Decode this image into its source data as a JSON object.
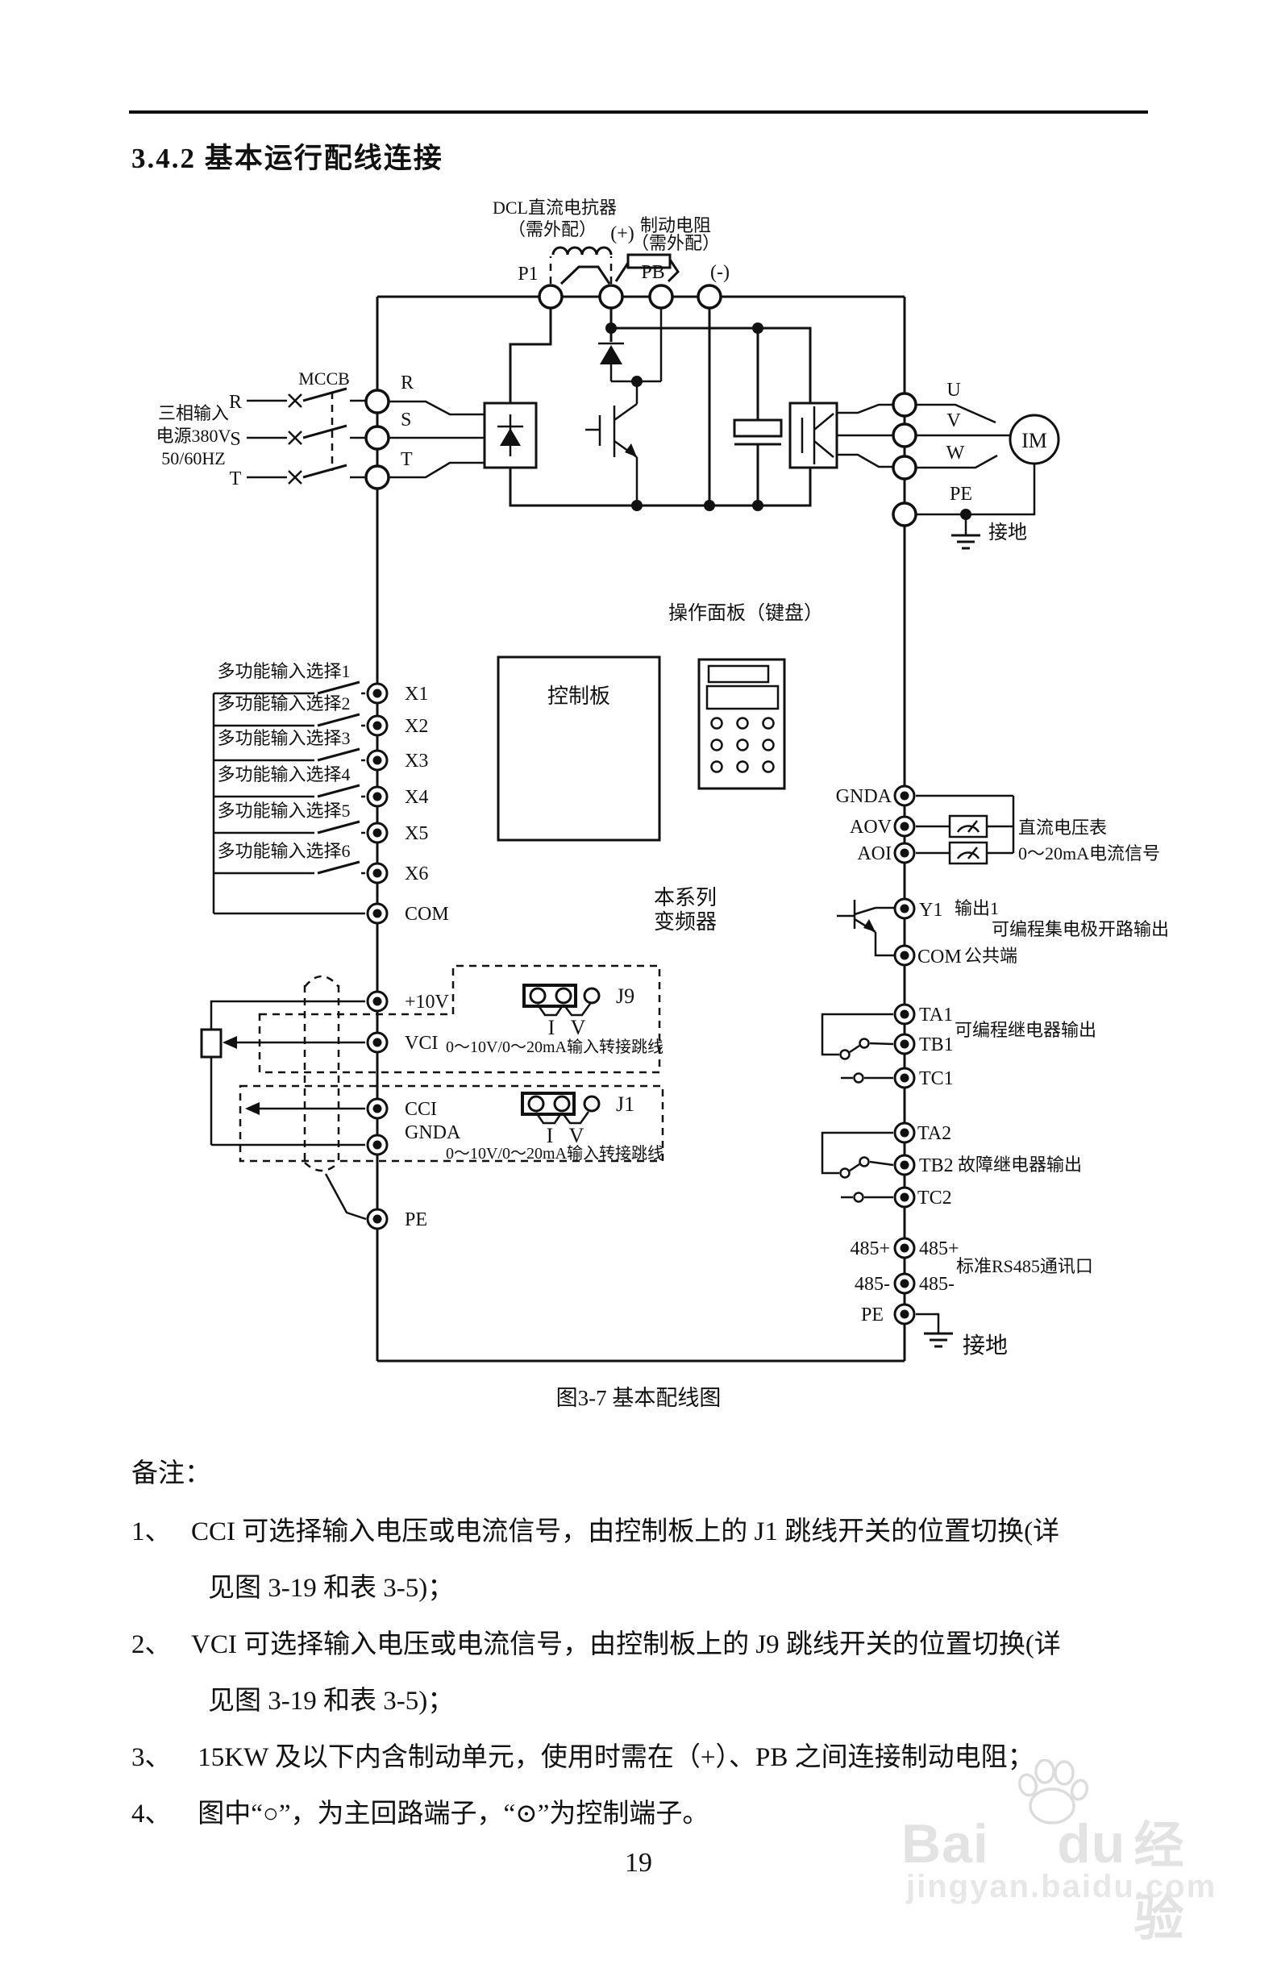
{
  "header": {
    "title": "3.4.2  基本运行配线连接"
  },
  "figure": {
    "caption": "图3-7  基本配线图"
  },
  "footer": {
    "page_number": "19"
  },
  "watermark": {
    "brand_part1": "Bai",
    "brand_part2": "du",
    "brand_cn": "经验",
    "url": "jingyan.baidu.com"
  },
  "notes": {
    "heading": "备注：",
    "items": [
      {
        "num": "1、",
        "text": "CCI 可选择输入电压或电流信号，由控制板上的 J1 跳线开关的位置切换(详",
        "cont": "见图 3-19 和表 3-5)；"
      },
      {
        "num": "2、",
        "text": "VCI 可选择输入电压或电流信号，由控制板上的 J9 跳线开关的位置切换(详",
        "cont": "见图 3-19 和表 3-5)；"
      },
      {
        "num": "3、",
        "text": " 15KW 及以下内含制动单元，使用时需在（+）、PB 之间连接制动电阻；",
        "cont": ""
      },
      {
        "num": "4、",
        "text": " 图中“○”，为主回路端子，“⊙”为控制端子。",
        "cont": ""
      }
    ]
  },
  "diagram": {
    "dcl_label": "DCL直流电抗器",
    "external_option": "（需外配）",
    "brake_resistor_label": "制动电阻",
    "terminal_p1": "P1",
    "terminal_plus": "(+)",
    "terminal_pb": "PB",
    "terminal_minus": "(-)",
    "mccb": "MCCB",
    "phase_input_1": "三相输入",
    "phase_input_2": "电源380V",
    "phase_input_3": "50/60HZ",
    "src_r": "R",
    "src_s": "S",
    "src_t": "T",
    "term_r": "R",
    "term_s": "S",
    "term_t": "T",
    "term_u": "U",
    "term_v": "V",
    "term_w": "W",
    "term_pe": "PE",
    "motor": "IM",
    "ground": "接地",
    "keypad_label": "操作面板（键盘）",
    "control_board": "控制板",
    "series_1": "本系列",
    "series_2": "变频器",
    "inputs": [
      {
        "label": "多功能输入选择1",
        "terminal": "X1"
      },
      {
        "label": "多功能输入选择2",
        "terminal": "X2"
      },
      {
        "label": "多功能输入选择3",
        "terminal": "X3"
      },
      {
        "label": "多功能输入选择4",
        "terminal": "X4"
      },
      {
        "label": "多功能输入选择5",
        "terminal": "X5"
      },
      {
        "label": "多功能输入选择6",
        "terminal": "X6"
      }
    ],
    "term_com": "COM",
    "term_10v": "+10V",
    "term_vci": "VCI",
    "term_cci": "CCI",
    "term_gnda": "GNDA",
    "jumper_j9": "J9",
    "jumper_j1": "J1",
    "jumper_i": "I",
    "jumper_v": "V",
    "jumper_note": "0～10V/0～20mA输入转接跳线",
    "term_aov": "AOV",
    "term_aoi": "AOI",
    "voltmeter_label": "直流电压表",
    "current_label": "0～20mA电流信号",
    "term_y1": "Y1",
    "output1_label": "输出1",
    "open_collector_label": "可编程集电极开路输出",
    "common_label": "公共端",
    "term_ta1": "TA1",
    "term_tb1": "TB1",
    "term_tc1": "TC1",
    "relay_label": "可编程继电器输出",
    "term_ta2": "TA2",
    "term_tb2": "TB2",
    "term_tc2": "TC2",
    "fault_relay_label": "故障继电器输出",
    "term_485p": "485+",
    "term_485m": "485-",
    "rs485_label": "标准RS485通讯口"
  }
}
